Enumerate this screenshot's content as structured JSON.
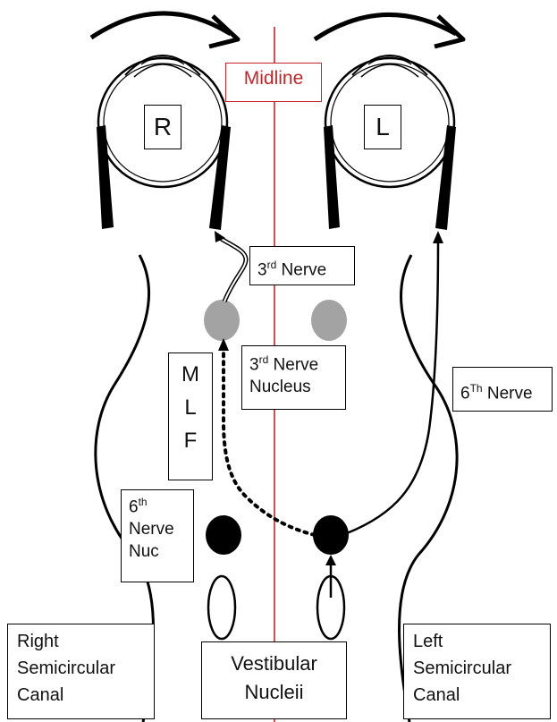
{
  "midline_label": "Midline",
  "eyes": {
    "right": "R",
    "left": "L"
  },
  "labels": {
    "third_nerve": {
      "sup": "rd",
      "suffix": " Nerve"
    },
    "third_nerve_nucleus": {
      "sup": "rd",
      "line1_suffix": " Nerve",
      "line2": "Nucleus"
    },
    "sixth_nerve": {
      "sup": "Th",
      "suffix": " Nerve"
    },
    "mlf": [
      "M",
      "L",
      "F"
    ],
    "sixth_nerve_nuc": {
      "sup": "th",
      "line2": "Nerve",
      "line3": "Nuc"
    },
    "right_canal": [
      "Right",
      "Semicircular",
      "Canal"
    ],
    "vestibular": [
      "Vestibular",
      "Nucleii"
    ],
    "left_canal": [
      "Left",
      "Semicircular",
      "Canal"
    ]
  },
  "number_prefixes": {
    "three": "3",
    "six": "6"
  },
  "colors": {
    "midline": "#c0262b",
    "oculomotor_nucleus": "#a3a3a3",
    "abducens_nucleus": "#000000",
    "outline": "#000000"
  }
}
